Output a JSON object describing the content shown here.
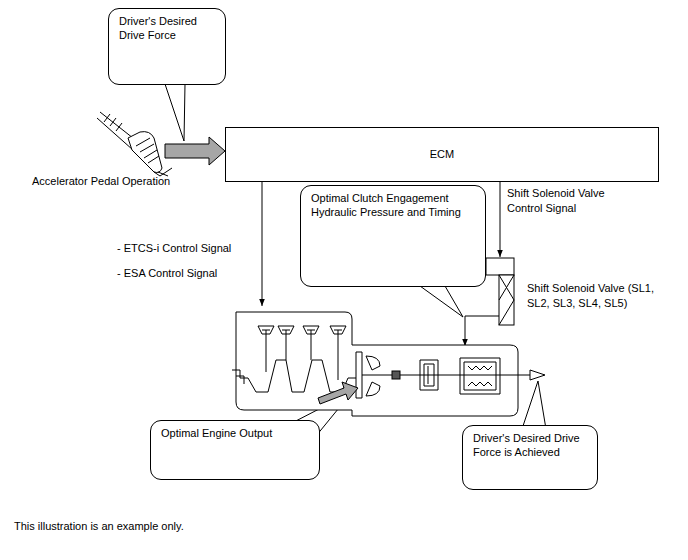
{
  "diagram": {
    "nodes": [
      {
        "text": [
          "Driver's Desired Drive Force"
        ]
      },
      {
        "text": [
          "ECM"
        ]
      },
      {
        "text": [
          "Optimal Clutch Engagement Hydraulic Pressure and Timing"
        ]
      },
      {
        "text": [
          "Optimal Engine Output"
        ]
      },
      {
        "text": [
          "Driver's Desired Drive Force is Achieved"
        ]
      }
    ],
    "labels": [
      "Accelerator Pedal Operation",
      "- ETCS-i Control Signal",
      "- ESA Control Signal",
      "Shift Solenoid Valve Control Signal",
      "Shift Solenoid Valve (SL1, SL2, SL3, SL4, SL5)",
      "This illustration is an example only."
    ]
  }
}
